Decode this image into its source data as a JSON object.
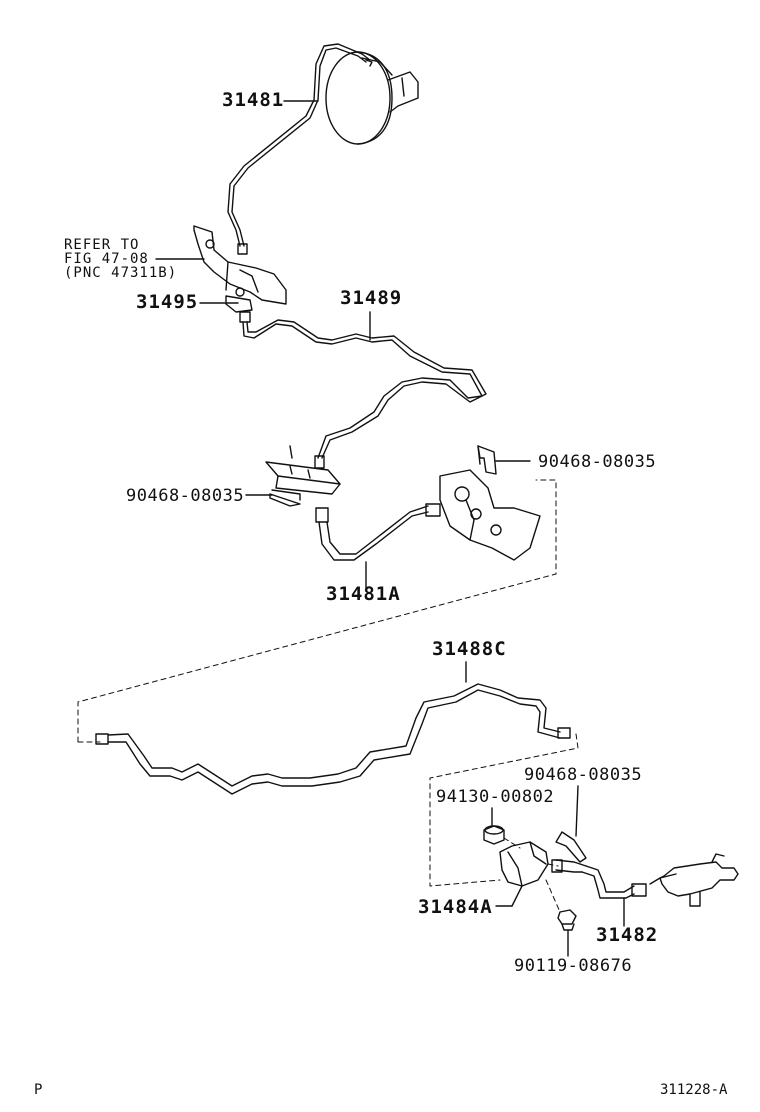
{
  "refer_note": {
    "line1": "REFER TO",
    "line2": "FIG 47-08",
    "line3": "(PNC 47311B)"
  },
  "labels": {
    "p31481": "31481",
    "p31495": "31495",
    "p31489": "31489",
    "p90468_a": "90468-08035",
    "p90468_b": "90468-08035",
    "p31481A": "31481A",
    "p31488C": "31488C",
    "p90468_c": "90468-08035",
    "p94130": "94130-00802",
    "p31484A": "31484A",
    "p31482": "31482",
    "p90119": "90119-08676"
  },
  "footer": {
    "left": "P",
    "right": "311228-A"
  }
}
